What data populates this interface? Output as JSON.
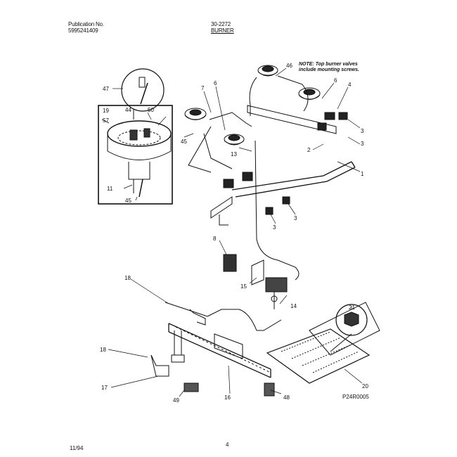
{
  "header": {
    "publication_label": "Publication No.",
    "publication_number": "5995241409",
    "model": "30-2272",
    "title": "BURNER"
  },
  "note": {
    "line1": "NOTE: Top burner valves",
    "line2": "include mounting screws."
  },
  "footer": {
    "date": "11/94",
    "page": "4"
  },
  "figure_code": "P24R0005",
  "callouts": {
    "c1": "1",
    "c2": "2",
    "c3a": "3",
    "c3b": "3",
    "c3c": "3",
    "c3d": "3",
    "c4": "4",
    "c6a": "6",
    "c6b": "6",
    "c7": "7",
    "c8": "8",
    "c11": "11",
    "c13": "13",
    "c14": "14",
    "c15": "15",
    "c16": "16",
    "c17": "17",
    "c18a": "18",
    "c18b": "18",
    "c19": "19",
    "c20": "20",
    "c21": "21",
    "c44": "44",
    "c45a": "45",
    "c45b": "45",
    "c46": "46",
    "c47": "47",
    "c48": "48",
    "c49": "49",
    "c50": "50",
    "c57": "57"
  }
}
